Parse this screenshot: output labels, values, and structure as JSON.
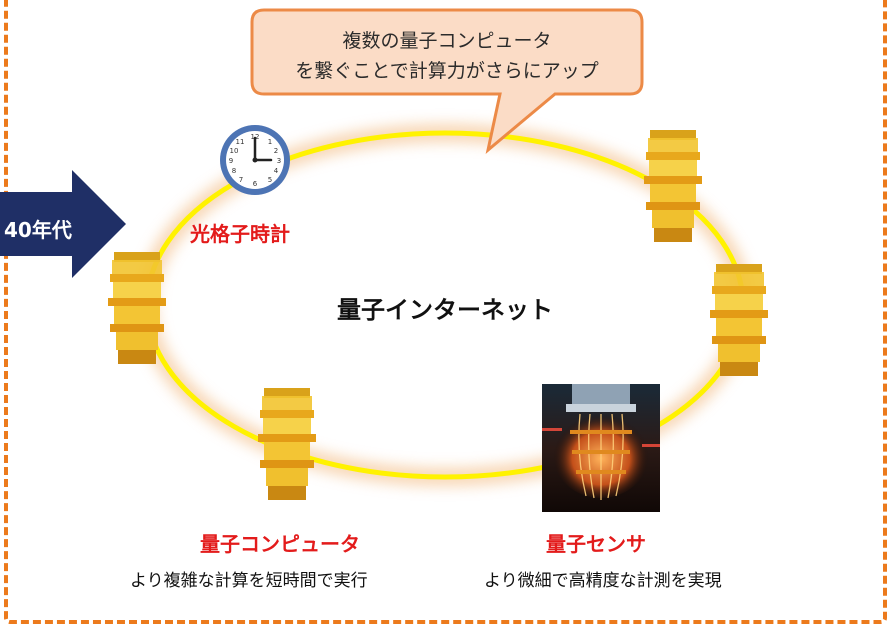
{
  "speech_bubble": {
    "line1": "複数の量子コンピュータ",
    "line2": "を繋ぐことで計算力がさらにアップ"
  },
  "era_arrow": {
    "label": "40年代",
    "color": "#1f2f66"
  },
  "center_title": "量子インターネット",
  "nodes": {
    "clock": {
      "label": "光格子時計"
    },
    "quantum_computer": {
      "label": "量子コンピュータ",
      "caption": "より複雑な計算を短時間で実行"
    },
    "quantum_sensor": {
      "label": "量子センサ",
      "caption": "より微細で高精度な計測を実現"
    }
  },
  "colors": {
    "frame": "#ec7a1c",
    "bubble_fill": "#fbdcc6",
    "bubble_border": "#ec8a47",
    "ring": "#fff200",
    "ring_glow": "#f5c89a",
    "label_red": "#e31b1b",
    "arrow": "#1f2f66"
  },
  "icons": {
    "clock": "wall-clock-icon",
    "quantum_computer": "quantum-computer-chandelier-icon",
    "sensor": "quantum-sensor-photo"
  }
}
